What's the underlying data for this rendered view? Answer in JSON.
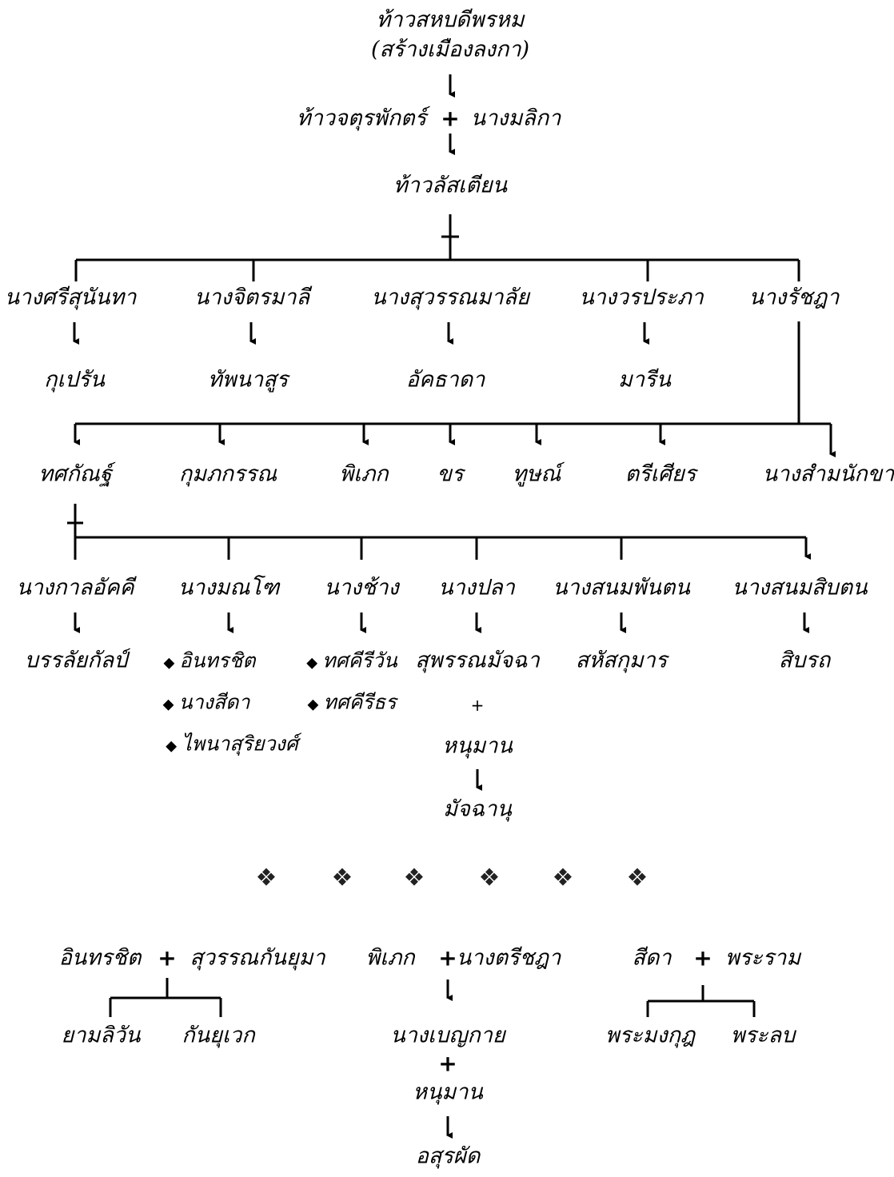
{
  "top": {
    "root_line1": "ท้าวสหบดีพรหม",
    "root_line2": "(สร้างเมืองลงกา)",
    "couple_left": "ท้าวจตุรพักตร์",
    "couple_right": "นางมลิกา",
    "child": "ท้าวลัสเตียน"
  },
  "wives": [
    "นางศรีสุนันทา",
    "นางจิตรมาลี",
    "นางสุวรรณมาลัย",
    "นางวรประภา",
    "นางรัชฎา"
  ],
  "wife_children": [
    "กุเปรัน",
    "ทัพนาสูร",
    "อัคธาดา",
    "มารีน"
  ],
  "siblings": [
    "ทศกัณฐ์",
    "กุมภกรรณ",
    "พิเภก",
    "ขร",
    "ทูษณ์",
    "ตรีเศียร",
    "นางสำมนักขา"
  ],
  "consorts": [
    "นางกาลอัคคี",
    "นางมณโฑ",
    "นางช้าง",
    "นางปลา",
    "นางสนมพันตน",
    "นางสนมสิบตน"
  ],
  "offspring": {
    "kalakki": "บรรลัยกัลป์",
    "montho": [
      "อินทรชิต",
      "นางสีดา",
      "ไพนาสุริยวงศ์"
    ],
    "chang": [
      "ทศคีรีวัน",
      "ทศคีรีธร"
    ],
    "pla": "สุพรรณมัจฉา",
    "pla_partner": "หนุมาน",
    "pla_child": "มัจฉานุ",
    "phantan": "สหัสกุมาร",
    "sipton": "สิบรถ"
  },
  "bottom": {
    "c1_left": "อินทรชิต",
    "c1_right": "สุวรรณกันยุมา",
    "c1_children": [
      "ยามลิวัน",
      "กันยุเวก"
    ],
    "c2_left": "พิเภก",
    "c2_right": "นางตรีชฎา",
    "c2_child": "นางเบญกาย",
    "c2_partner": "หนุมาน",
    "c2_grandchild": "อสุรผัด",
    "c3_left": "สีดา",
    "c3_right": "พระราม",
    "c3_children": [
      "พระมงกุฎ",
      "พระลบ"
    ]
  },
  "symbols": {
    "plus": "+",
    "bullet": "◆",
    "ornament": "❖"
  }
}
